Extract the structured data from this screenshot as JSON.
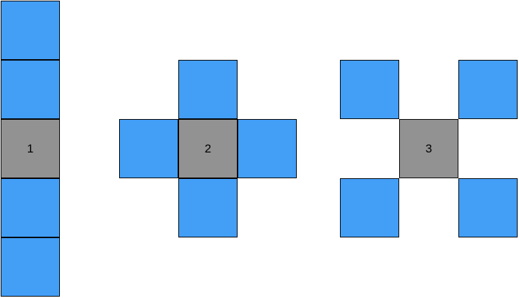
{
  "colors": {
    "block": "#439ef6",
    "center": "#929292",
    "border": "#000000"
  },
  "patterns": [
    {
      "label": "1",
      "layout": "vertical-column",
      "blocks": 4
    },
    {
      "label": "2",
      "layout": "plus-cross",
      "blocks": 4
    },
    {
      "label": "3",
      "layout": "diagonal-x",
      "blocks": 4
    }
  ]
}
